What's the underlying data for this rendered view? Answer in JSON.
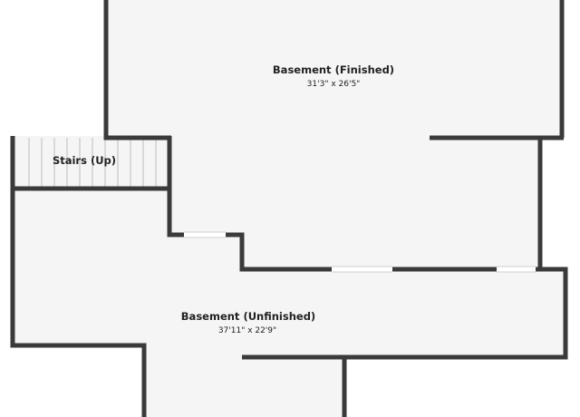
{
  "rooms": {
    "finished": {
      "name": "Basement (Finished)",
      "dimensions": "31'3\" x 26'5\""
    },
    "stairs": {
      "name": "Stairs (Up)"
    },
    "unfinished": {
      "name": "Basement (Unfinished)",
      "dimensions": "37'11\" x 22'9\""
    }
  },
  "colors": {
    "wall": "#3a3a3a",
    "floor": "#f5f5f5",
    "background": "#ffffff",
    "text": "#222222"
  }
}
